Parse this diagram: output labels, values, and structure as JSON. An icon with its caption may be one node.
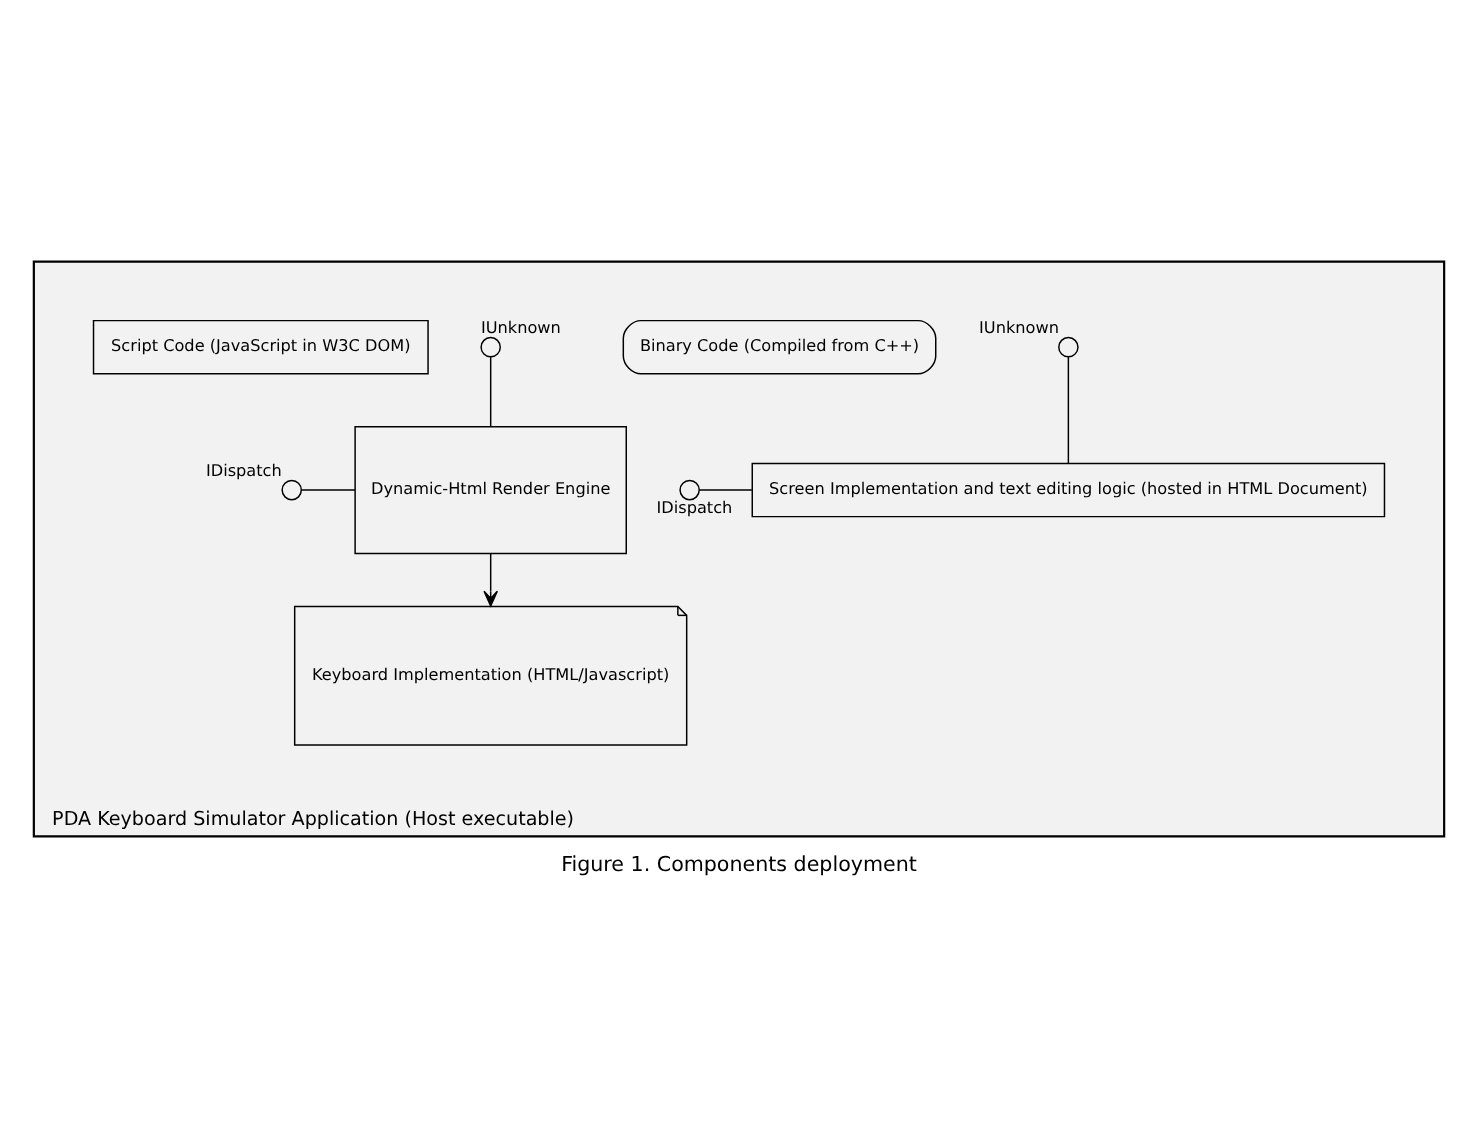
{
  "diagram": {
    "caption": "Figure 1. Components deployment",
    "nodes": [
      {
        "text": [
          "PDA Keyboard Simulator Application (Host executable)"
        ]
      },
      {
        "text": [
          "Screen Implementation and text editing logic (hosted in HTML Document)"
        ],
        "in": 0
      },
      {
        "text": [],
        "shape": "circle",
        "beside": [
          "IUnknown"
        ],
        "in": 0
      },
      {
        "text": [],
        "shape": "circle",
        "beside": [
          "IDispatch"
        ],
        "in": 0
      },
      {
        "text": [
          "Binary Code (Compiled from C++)"
        ],
        "in": 0
      },
      {
        "text": [
          "Dynamic-Html Render Engine"
        ],
        "in": 0
      },
      {
        "text": [],
        "shape": "circle",
        "beside": [
          "IUnknown"
        ],
        "in": 0
      },
      {
        "text": [],
        "shape": "circle",
        "beside": [
          "IDispatch"
        ],
        "in": 0
      },
      {
        "text": [
          "Keyboard Implementation (HTML/Javascript)"
        ],
        "in": 0
      },
      {
        "text": [
          "Script Code (JavaScript in W3C DOM)"
        ],
        "in": 0
      }
    ],
    "edges": [
      {
        "from": 2,
        "to": 1,
        "arrow": "none"
      },
      {
        "from": 3,
        "to": 1,
        "arrow": "none"
      },
      {
        "from": 6,
        "to": 5,
        "arrow": "none"
      },
      {
        "from": 7,
        "to": 5,
        "arrow": "none"
      },
      {
        "from": 5,
        "to": 8,
        "arrow": "to"
      }
    ]
  }
}
